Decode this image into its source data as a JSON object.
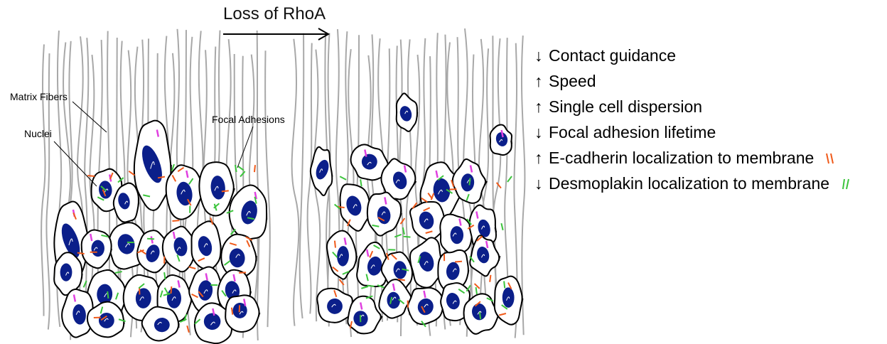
{
  "title": "Loss of RhoA",
  "labels": {
    "matrix_fibers": "Matrix Fibers",
    "nuclei": "Nuclei",
    "focal_adhesions": "Focal Adhesions"
  },
  "effects": [
    {
      "dir": "↓",
      "text": "Contact guidance",
      "marker": ""
    },
    {
      "dir": "↑",
      "text": "Speed",
      "marker": ""
    },
    {
      "dir": "↑",
      "text": "Single cell dispersion",
      "marker": ""
    },
    {
      "dir": "↓",
      "text": "Focal adhesion lifetime",
      "marker": ""
    },
    {
      "dir": "↑",
      "text": "E-cadherin localization to membrane",
      "marker": "ecadherin"
    },
    {
      "dir": "↓",
      "text": "Desmoplakin localization to membrane",
      "marker": "desmoplakin"
    }
  ],
  "colors": {
    "fiber": "#a8a8a8",
    "cell_outline": "#000000",
    "nucleus": "#0b1f8a",
    "focal_adhesion": "#e040e0",
    "ecadherin": "#f05a1a",
    "desmoplakin": "#3cc43c"
  }
}
